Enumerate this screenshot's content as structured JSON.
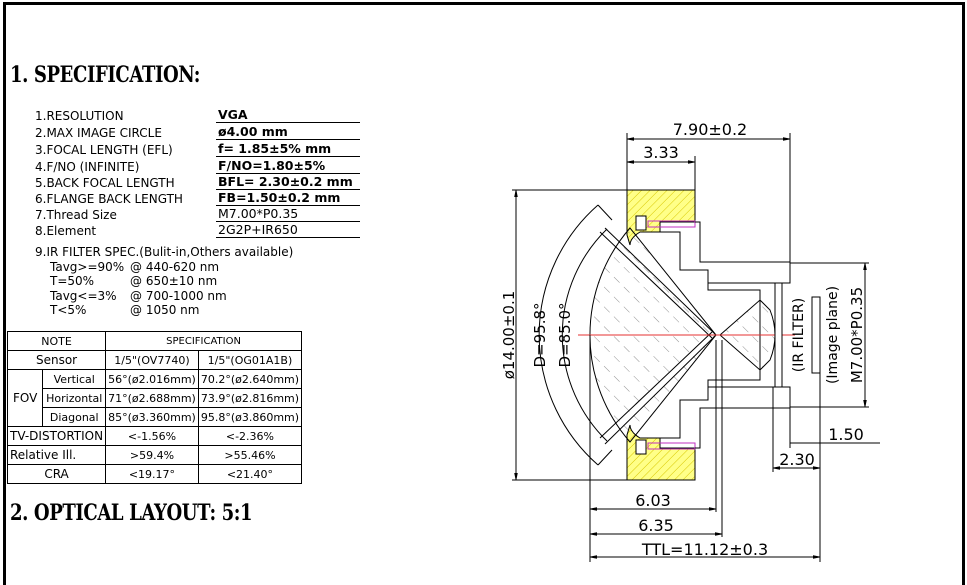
{
  "headings": {
    "specification": "1. SPECIFICATION:",
    "optical_layout": "2. OPTICAL LAYOUT: 5:1"
  },
  "specs": [
    {
      "label": "1.RESOLUTION",
      "value": "VGA"
    },
    {
      "label": "2.MAX IMAGE CIRCLE",
      "value": "ø4.00  mm"
    },
    {
      "label": "3.FOCAL LENGTH (EFL)",
      "value": "f= 1.85±5%  mm"
    },
    {
      "label": "4.F/NO (INFINITE)",
      "value": "F/NO=1.80±5%"
    },
    {
      "label": "5.BACK FOCAL LENGTH",
      "value": "BFL= 2.30±0.2 mm"
    },
    {
      "label": "6.FLANGE BACK LENGTH",
      "value": "FB=1.50±0.2 mm"
    },
    {
      "label": "7.Thread Size",
      "value": "M7.00*P0.35"
    },
    {
      "label": "8.Element",
      "value": "2G2P+IR650"
    }
  ],
  "ir_filter": {
    "title": "9.IR FILTER SPEC.(Bulit-in,Others available)",
    "lines": [
      {
        "cond": "Tavg>=90%",
        "at": "@ 440-620 nm"
      },
      {
        "cond": "T=50%",
        "at": "@ 650±10 nm"
      },
      {
        "cond": "Tavg<=3%",
        "at": "@ 700-1000 nm"
      },
      {
        "cond": "T<5%",
        "at": "@ 1050 nm"
      }
    ]
  },
  "table": {
    "note": "NOTE",
    "specification": "SPECIFICATION",
    "sensor_label": "Sensor",
    "sensors": [
      "1/5\"(OV7740)",
      "1/5\"(OG01A1B)"
    ],
    "fov_label": "FOV",
    "fov": [
      {
        "label": "Vertical",
        "a": "56°(ø2.016mm)",
        "b": "70.2°(ø2.640mm)"
      },
      {
        "label": "Horizontal",
        "a": "71°(ø2.688mm)",
        "b": "73.9°(ø2.816mm)"
      },
      {
        "label": "Diagonal",
        "a": "85°(ø3.360mm)",
        "b": "95.8°(ø3.860mm)"
      }
    ],
    "rows": [
      {
        "label": "TV-DISTORTION",
        "a": "<-1.56%",
        "b": "<-2.36%"
      },
      {
        "label": "Relative Ill.",
        "a": ">59.4%",
        "b": ">55.46%"
      },
      {
        "label": "CRA",
        "a": "<19.17°",
        "b": "<21.40°"
      }
    ]
  },
  "drawing": {
    "dim_length": "7.90±0.2",
    "dim_front": "3.33",
    "dim_diameter": "ø14.00±0.1",
    "angle_outer": "D=95.8°",
    "angle_inner": "D=85.0°",
    "ir_filter_label": "(IR FILTER)",
    "image_plane_label": "(Image plane)",
    "thread": "M7.00*P0.35",
    "flange": "1.50",
    "bfl": "2.30",
    "dim_603": "6.03",
    "dim_635": "6.35",
    "ttl": "TTL=11.12±0.3",
    "colors": {
      "housing_fill": "#ffff88",
      "axis": "#e53030",
      "hatch_pink": "#e040e0"
    }
  }
}
